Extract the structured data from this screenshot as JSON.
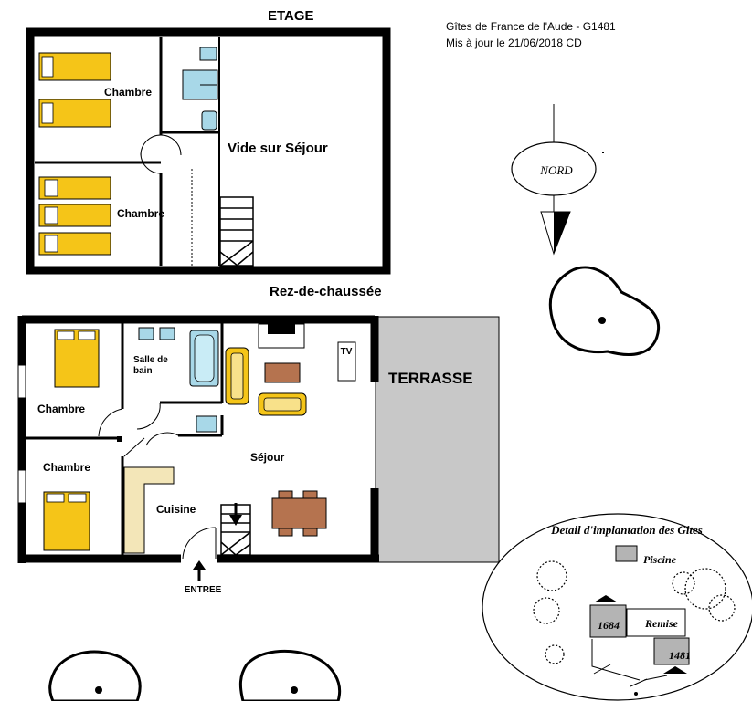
{
  "header": {
    "line1": "Gîtes de France de l'Aude - G1481",
    "line2": "Mis à jour le 21/06/2018 CD"
  },
  "etage": {
    "title": "ETAGE",
    "room_chambre_1": "Chambre",
    "room_chambre_2": "Chambre",
    "void": "Vide sur Séjour"
  },
  "rdc": {
    "title": "Rez-de-chaussée",
    "room_chambre_1": "Chambre",
    "room_chambre_2": "Chambre",
    "bathroom": "Salle de bain",
    "bathroom_line1": "Salle de",
    "bathroom_line2": "bain",
    "kitchen": "Cuisine",
    "living": "Séjour",
    "terrace": "TERRASSE",
    "tv": "TV",
    "entrance": "ENTREE"
  },
  "compass": {
    "label": "NORD"
  },
  "site_detail": {
    "title": "Detail d'implantation des Gites",
    "pool": "Piscine",
    "shed": "Remise",
    "gite_a": "1684",
    "gite_b": "1481"
  },
  "colors": {
    "wall": "#000000",
    "bed": "#f5c518",
    "sofa": "#f5c518",
    "table": "#b5734f",
    "kitchen_counter": "#f3e6b8",
    "bathroom_fixture": "#a8d8e8",
    "terrace": "#c8c8c8",
    "site_building": "#b4b4b4",
    "tree_fill": "#ffffff"
  }
}
